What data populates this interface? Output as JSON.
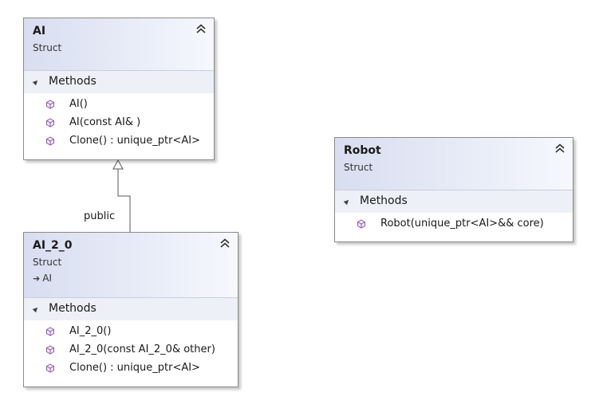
{
  "classes": {
    "ai": {
      "name": "AI",
      "stereotype": "Struct",
      "section": "Methods",
      "methods": [
        "AI()",
        "AI(const AI& )",
        "Clone() : unique_ptr<AI>"
      ]
    },
    "ai_2_0": {
      "name": "AI_2_0",
      "stereotype": "Struct",
      "base": "AI",
      "section": "Methods",
      "methods": [
        "AI_2_0()",
        "AI_2_0(const AI_2_0& other)",
        "Clone() : unique_ptr<AI>"
      ]
    },
    "robot": {
      "name": "Robot",
      "stereotype": "Struct",
      "section": "Methods",
      "methods": [
        "Robot(unique_ptr<AI>&& core)"
      ]
    }
  },
  "relations": {
    "inheritance_label": "public"
  },
  "colors": {
    "header_gradient_start": "#d8def0",
    "section_bg": "#eef0f7",
    "border": "#8a8a8a",
    "method_icon": "#8a5ab0"
  },
  "icons": {
    "collapse": "double-chevron-up-icon",
    "section_toggle": "triangle-collapse-icon",
    "method": "cube-method-icon",
    "base_arrow": "inherit-arrow-icon"
  }
}
